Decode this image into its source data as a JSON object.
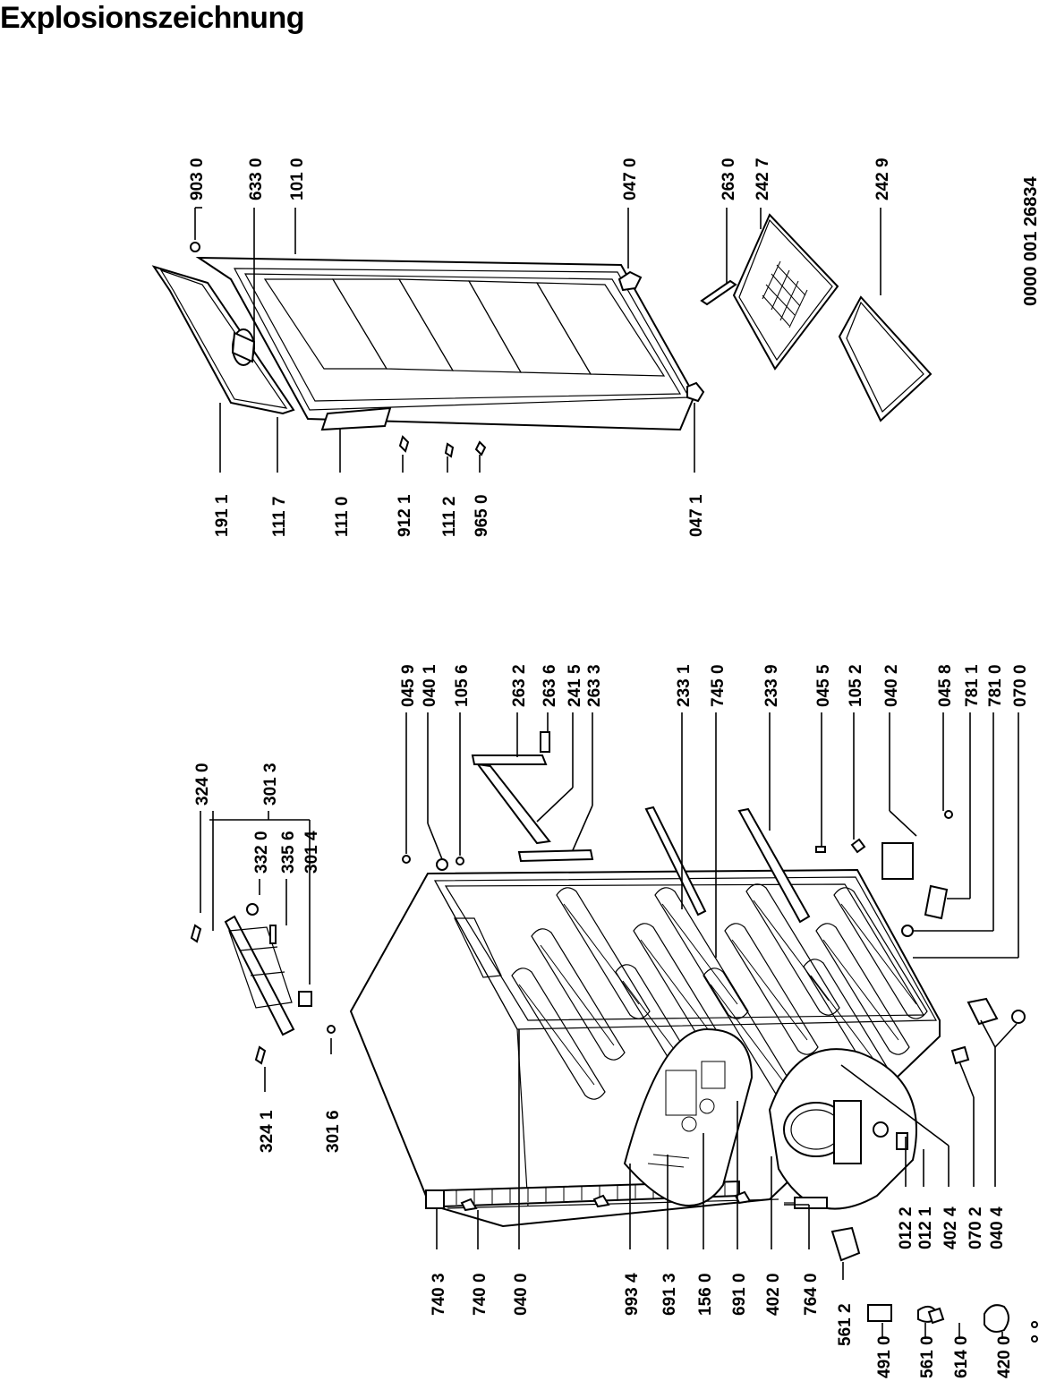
{
  "title": "Explosionszeichnung",
  "doc_number": "0000 001 26834",
  "labels": {
    "l9030": "903 0",
    "l6330": "633 0",
    "l1010": "101 0",
    "l0470": "047 0",
    "l2630": "263 0",
    "l2427": "242 7",
    "l2429": "242 9",
    "l1911": "191 1",
    "l1117": "111 7",
    "l1110": "111 0",
    "l9121": "912 1",
    "l1112": "111 2",
    "l9650": "965 0",
    "l0471": "047 1",
    "l3240": "324 0",
    "l3013": "301 3",
    "l3320": "332 0",
    "l3356": "335 6",
    "l3014": "301 4",
    "l3241": "324 1",
    "l3016": "301 6",
    "l0459": "045 9",
    "l0401": "040 1",
    "l1056": "105 6",
    "l2632": "263 2",
    "l2636": "263 6",
    "l2415": "241 5",
    "l2633": "263 3",
    "l2331": "233 1",
    "l7450": "745 0",
    "l2339": "233 9",
    "l0455": "045 5",
    "l1052": "105 2",
    "l0402": "040 2",
    "l0458": "045 8",
    "l7811": "781 1",
    "l7810": "781 0",
    "l0700": "070 0",
    "l0122": "012 2",
    "l0121": "012 1",
    "l4024": "402 4",
    "l0702": "070 2",
    "l0404": "040 4",
    "l7403": "740 3",
    "l7400": "740 0",
    "l0400": "040 0",
    "l9934": "993 4",
    "l6913": "691 3",
    "l1560": "156 0",
    "l6910": "691 0",
    "l4020": "402 0",
    "l7640": "764 0",
    "l5612": "561 2",
    "l4910": "491 0",
    "l5610": "561 0",
    "l6140": "614 0",
    "l4200": "420 0"
  }
}
